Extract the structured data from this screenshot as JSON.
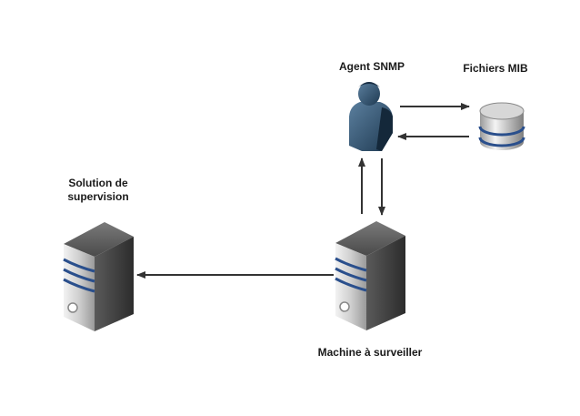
{
  "nodes": {
    "agent": {
      "label": "Agent SNMP",
      "icon": "person-icon"
    },
    "mib": {
      "label": "Fichiers MIB",
      "icon": "database-icon"
    },
    "supervision": {
      "label_line1": "Solution de",
      "label_line2": "supervision",
      "icon": "server-icon"
    },
    "machine": {
      "label": "Machine à surveiller",
      "icon": "server-icon"
    }
  },
  "colors": {
    "server_light": "#d9d9d9",
    "server_dark": "#3c3c3c",
    "stripe": "#2a4f8c",
    "arrow": "#333333",
    "person": "#34566f"
  }
}
